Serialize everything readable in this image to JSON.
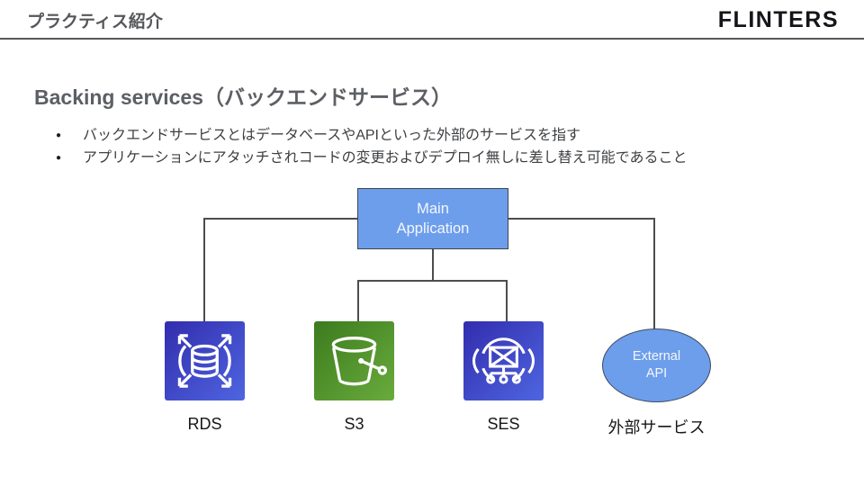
{
  "header": {
    "breadcrumb": "プラクティス紹介",
    "logo": "FLINTERS"
  },
  "title": "Backing services（バックエンドサービス）",
  "bullets": [
    "バックエンドサービスとはデータベースやAPIといった外部のサービスを指す",
    "アプリケーションにアタッチされコードの変更およびデプロイ無しに差し替え可能であること"
  ],
  "diagram": {
    "root_node": {
      "line1": "Main",
      "line2": "Application"
    },
    "external_node": {
      "line1": "External",
      "line2": "API"
    },
    "service_labels": {
      "rds": "RDS",
      "s3": "S3",
      "ses": "SES",
      "external": "外部サービス"
    },
    "colors": {
      "node_fill": "#6d9eeb",
      "node_border": "#3f4550",
      "connector": "#4d4d4d",
      "rds_gradient": [
        "#322dae",
        "#4f65e0"
      ],
      "s3_gradient": [
        "#3b7b1e",
        "#6aab3d"
      ],
      "ses_gradient": [
        "#322dae",
        "#4f65e0"
      ],
      "header_rule": "#58585a"
    }
  }
}
